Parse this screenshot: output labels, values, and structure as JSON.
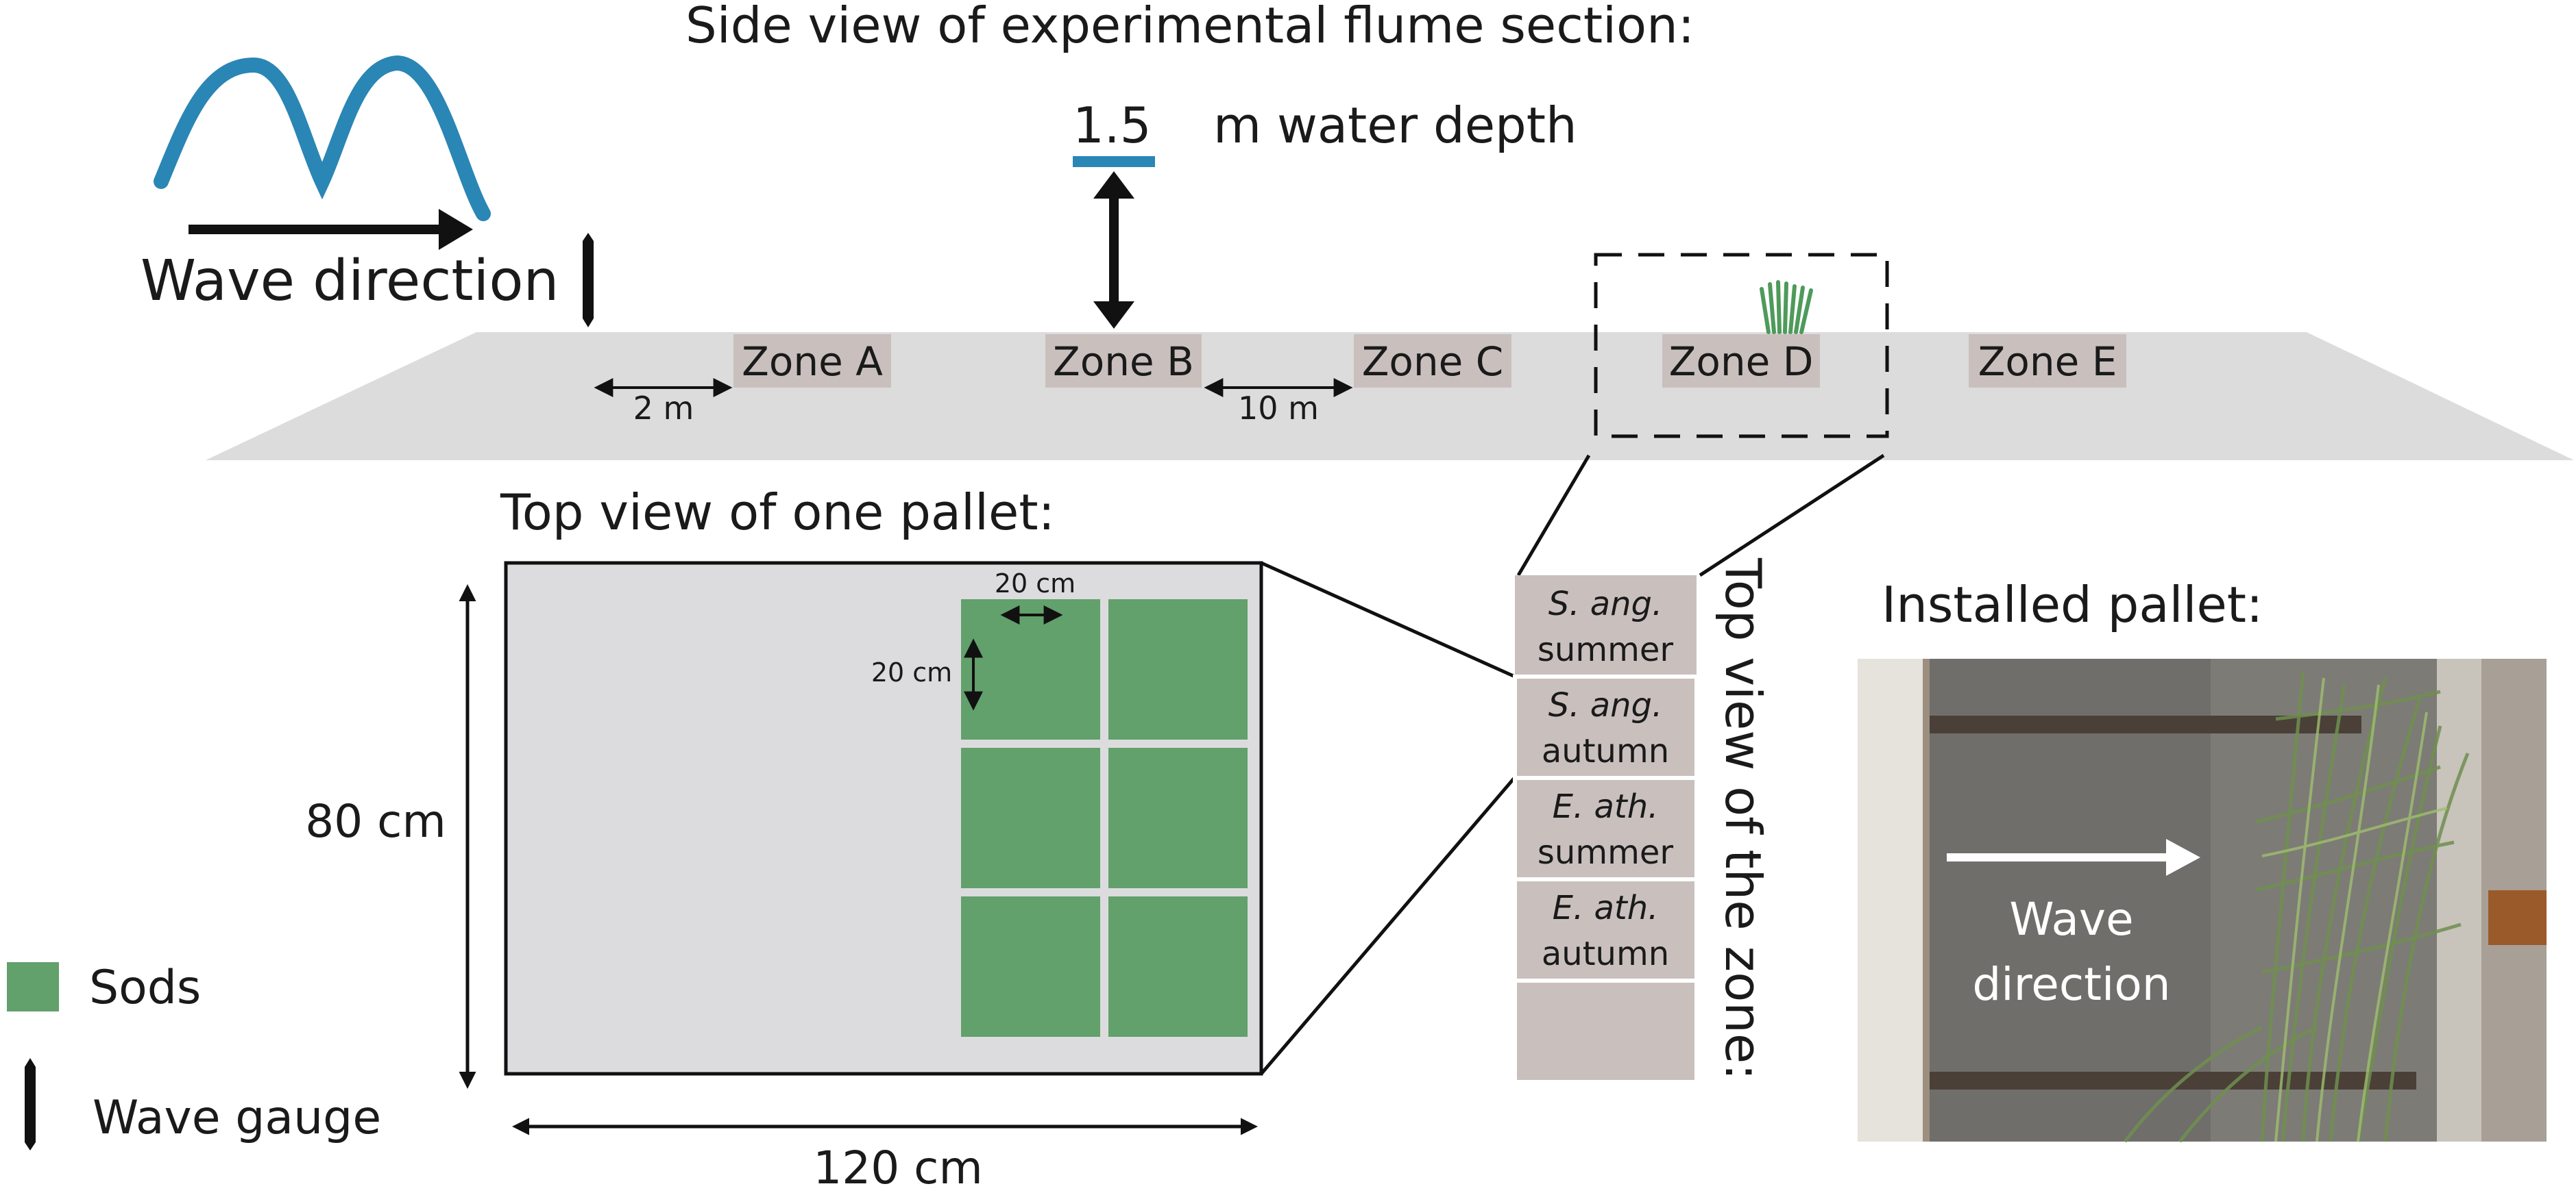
{
  "titles": {
    "side_view": "Side view of experimental flume section:",
    "top_view_pallet": "Top view of one pallet:",
    "top_view_zone": "Top view of the zone:",
    "installed": "Installed pallet:"
  },
  "water_depth": {
    "value": "1.5",
    "label": "m water depth"
  },
  "wave_direction": "Wave direction",
  "zones": [
    "Zone A",
    "Zone B",
    "Zone C",
    "Zone D",
    "Zone E"
  ],
  "spacings": {
    "gauge_to_zone": "2 m",
    "between_zones": "10 m"
  },
  "pallet": {
    "length": "120 cm",
    "width": "80 cm",
    "sod_width": "20 cm",
    "sod_height": "20 cm"
  },
  "zone_cells": [
    {
      "species": "S. ang.",
      "season": "summer"
    },
    {
      "species": "S. ang.",
      "season": "autumn"
    },
    {
      "species": "E. ath.",
      "season": "summer"
    },
    {
      "species": "E. ath.",
      "season": "autumn"
    },
    {
      "species": "",
      "season": ""
    }
  ],
  "photo": {
    "wave_label_line1": "Wave",
    "wave_label_line2": "direction"
  },
  "legend": {
    "sods": "Sods",
    "wave_gauge": "Wave gauge"
  },
  "colors": {
    "wave_blue": "#2a86b5",
    "sod_green": "#62a06c",
    "zone_label_bg": "#c9c0be",
    "flume_gray": "#dcdcdc",
    "pallet_gray": "#dcdcde"
  }
}
